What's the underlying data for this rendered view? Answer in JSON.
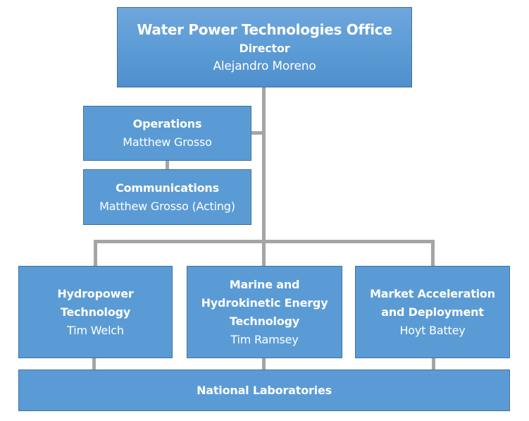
{
  "chart": {
    "director": {
      "office": "Water Power Technologies Office",
      "title": "Director",
      "name": "Alejandro Moreno"
    },
    "staff": [
      {
        "title": "Operations",
        "name": "Matthew Grosso"
      },
      {
        "title": "Communications",
        "name": "Matthew Grosso (Acting)"
      }
    ],
    "programs": [
      {
        "title_lines": [
          "Hydropower",
          "Technology"
        ],
        "name": "Tim Welch"
      },
      {
        "title_lines": [
          "Marine and",
          "Hydrokinetic Energy",
          "Technology"
        ],
        "name": "Tim Ramsey"
      },
      {
        "title_lines": [
          "Market Acceleration",
          "and Deployment"
        ],
        "name": "Hoyt Battey"
      }
    ],
    "base": {
      "title": "National Laboratories"
    }
  },
  "colors": {
    "box_fill": "#5b9bd5",
    "box_border": "#41719c",
    "connector": "#a5a5a5",
    "text": "#ffffff"
  }
}
